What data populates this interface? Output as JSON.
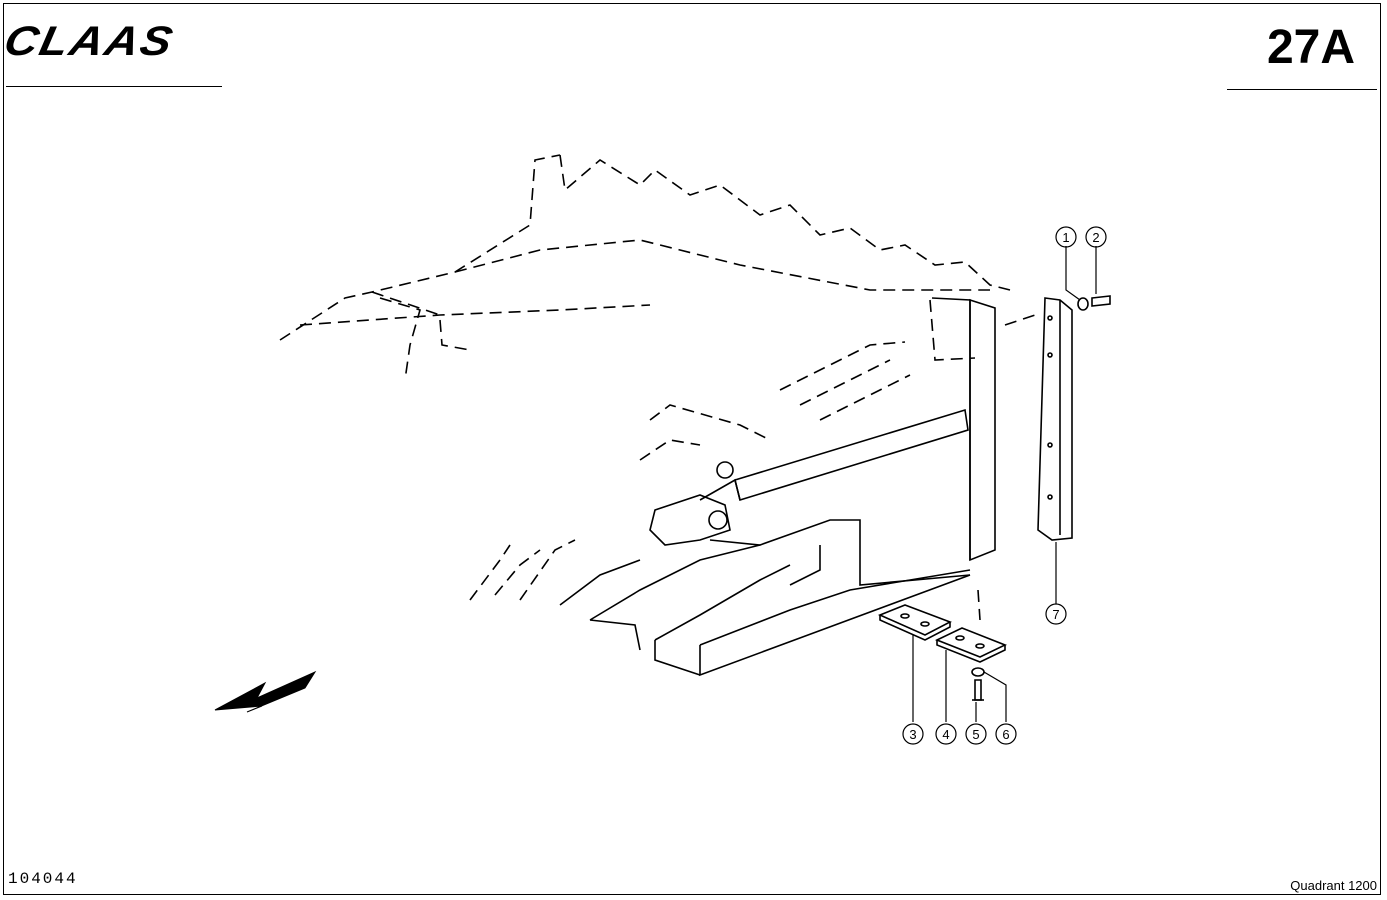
{
  "header": {
    "brand": "CLAAS",
    "page_code": "27A"
  },
  "footer": {
    "drawing_number": "104044",
    "model": "Quadrant 1200"
  },
  "callouts": [
    {
      "label": "1",
      "part": "washer"
    },
    {
      "label": "2",
      "part": "screw"
    },
    {
      "label": "3",
      "part": "plate"
    },
    {
      "label": "4",
      "part": "plate"
    },
    {
      "label": "5",
      "part": "screw"
    },
    {
      "label": "6",
      "part": "washer"
    },
    {
      "label": "7",
      "part": "wear-strip"
    }
  ],
  "icons": {
    "direction": "arrow-down-left-icon"
  },
  "colors": {
    "ink": "#000000",
    "paper": "#ffffff"
  }
}
